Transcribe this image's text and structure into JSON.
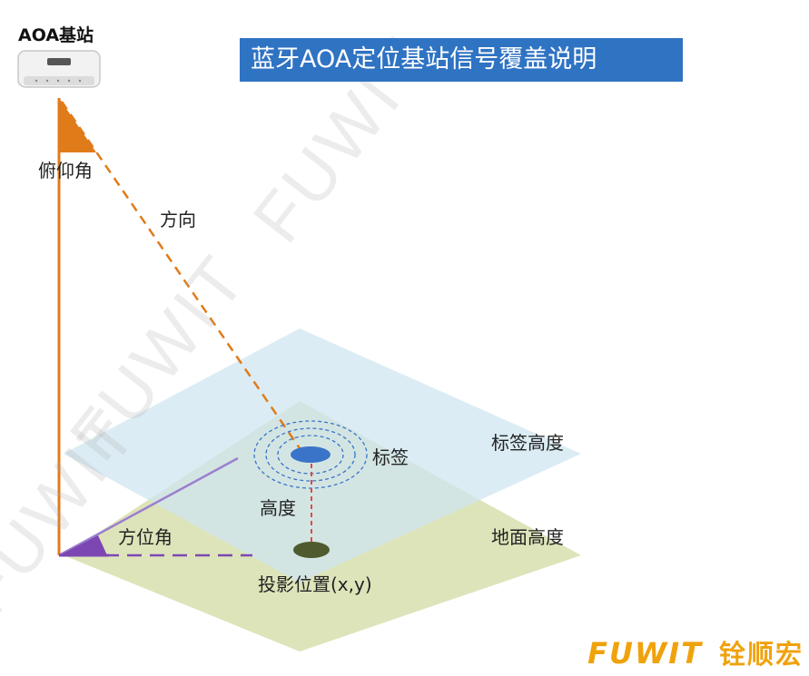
{
  "station": {
    "label": "AOA基站"
  },
  "title": "蓝牙AOA定位基站信号覆盖说明",
  "labels": {
    "elevation_angle": "俯仰角",
    "direction": "方向",
    "tag": "标签",
    "tag_height": "标签高度",
    "height": "高度",
    "azimuth_angle": "方位角",
    "ground_height": "地面高度",
    "projection": "投影位置(x,y)"
  },
  "brand": {
    "latin": "FUWIT",
    "cn": "铨顺宏"
  },
  "watermark": "FUWIT",
  "colors": {
    "banner": "#2f73c3",
    "orange": "#e07b1a",
    "purple": "#7d47b3",
    "tag_plane": "#d9ecf3",
    "ground_plane": "#d8e0b0",
    "tag": "#3a74c8",
    "projection": "#4f5b2e",
    "brand": "#f0a20c"
  }
}
